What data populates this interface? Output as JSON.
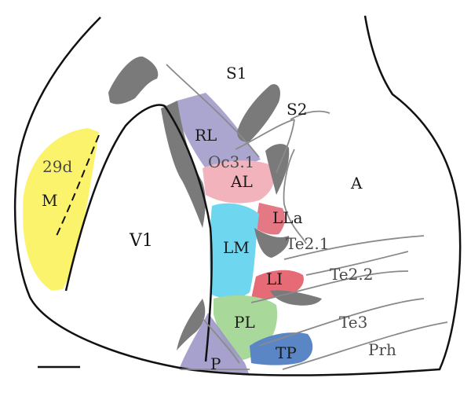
{
  "regions": {
    "s1": "S1",
    "s2": "S2",
    "rl": "RL",
    "oc31": "Oc3.1",
    "al": "AL",
    "a": "A",
    "lla": "LLa",
    "te21": "Te2.1",
    "lm": "LM",
    "v1": "V1",
    "li": "LI",
    "te22": "Te2.2",
    "pl": "PL",
    "te3": "Te3",
    "tp": "TP",
    "prh": "Prh",
    "p": "P",
    "d29": "29d",
    "m": "M"
  },
  "colors": {
    "rl": "#9c97c8",
    "al": "#f2b3bd",
    "lla": "#e06070",
    "lm": "#6fd6ef",
    "li": "#e35b67",
    "pl": "#a9d99a",
    "tp": "#5b86c6",
    "p": "#9c97c8",
    "m29d": "#fbf36b",
    "callosal": "#7a7a7a",
    "outline": "#111111",
    "border": "#8a8a8a"
  }
}
